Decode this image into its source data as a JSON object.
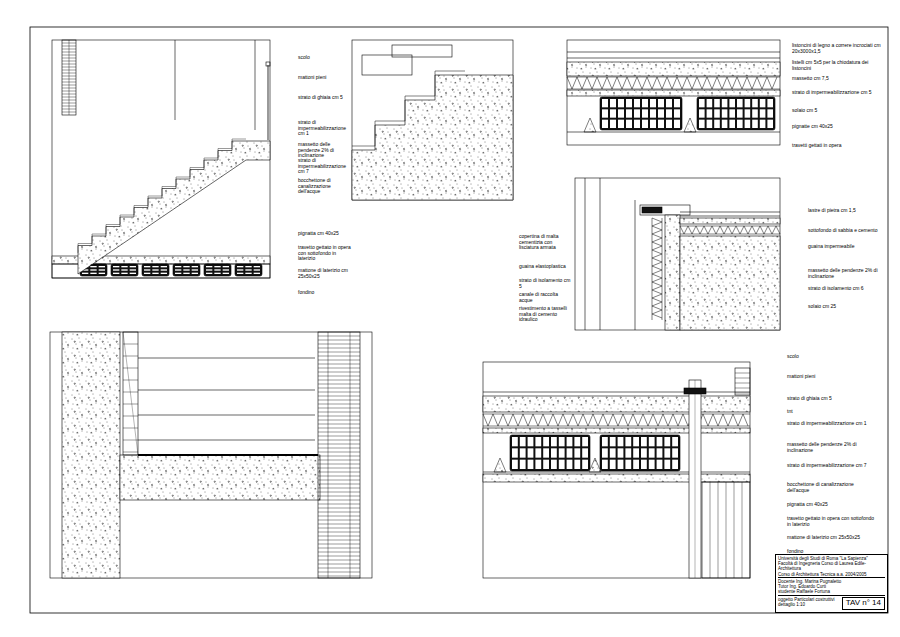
{
  "diagram": {
    "nodes": [
      {
        "text": [
          "Università degli Studi di Roma \"La Sapienza\"",
          "Facoltà di Ingegneria Corso di Laurea Edile-Architettura",
          "Corso di Architettura Tecnica a.a. 2004/2005"
        ]
      },
      {
        "text": [
          "Docente Ing. Marina Pugnaletto",
          "Tutor Ing. Edoardo Curti",
          "studente Raffaele Fortuna"
        ],
        "in": 0
      },
      {
        "text": [
          "oggetto Particolari costruttivi dettaglio 1:10"
        ],
        "in": 0
      },
      {
        "text": [
          "TAV n° 14"
        ],
        "in": 0
      }
    ],
    "labels": [
      "scolo",
      "mattoni pieni",
      "strato di ghiaia cm 5",
      "strato di impermeabilizzazione cm 1",
      "massetto delle pendenze 2% di inclinazione",
      "strato di impermeabilizzazione cm 7",
      "bocchettone di canalizzazione dell'acque",
      "pignatta cm 40x25",
      "travetto gettato in opera con sottofondo in laterizio",
      "mattone di laterizio cm 25x50x25",
      "fondino",
      "listoncini di legno a correre incrociati cm 20x3000x1,5",
      "listelli cm 5x5 per la chiodatura dei listoncini",
      "massetto cm 7,5",
      "strato di impermeabilizzazione cm 5",
      "solaio cm 5",
      "pignatte cm 40x25",
      "travetti gettati in opera",
      "copertina di malta cementizia con lisciatura armata",
      "guaina elastoplastica",
      "strato di isolamento cm 5",
      "canale di raccolta acque",
      "rivestimento a tasselli malta di cemento idraulico",
      "lastre di pietra cm 1,5",
      "sottofondo di sabbia e cemento",
      "guaina impermeabile",
      "massetto delle pendenze 2% di inclinazione",
      "strato di isolamento cm 6",
      "solaio cm 25",
      "scolo",
      "mattoni pieni",
      "strato di ghiaia cm 5",
      "tnt",
      "strato di impermeabilizzazione cm 1",
      "massetto delle pendenze 2% di inclinazione",
      "strato di impermeabilizzazione cm 7",
      "bocchettone di canalizzazione dell'acque",
      "pignatta cm 40x25",
      "travetto gettato in opera con sottofondo in laterizio",
      "mattone di laterizio cm 25x50x25",
      "fondino"
    ]
  }
}
